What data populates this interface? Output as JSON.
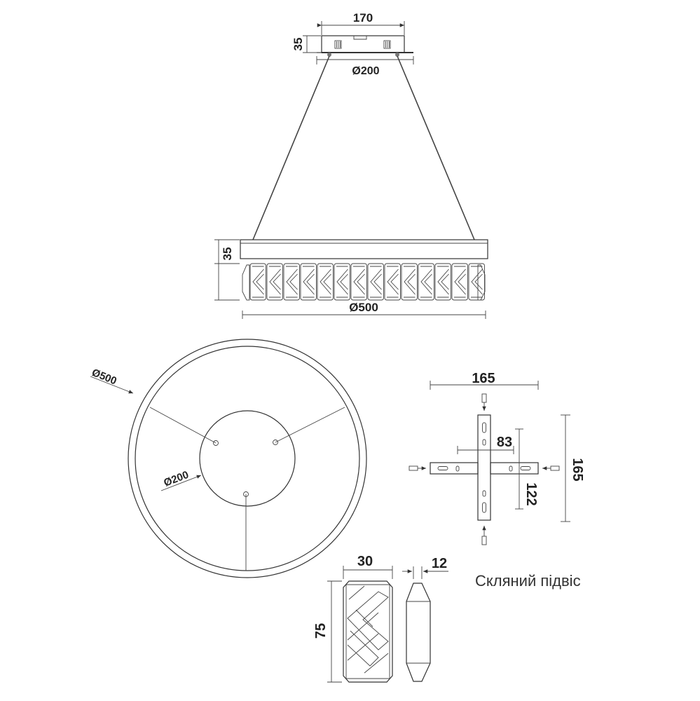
{
  "canopy": {
    "width": "170",
    "height": "35",
    "diameter": "Ø200"
  },
  "side_view": {
    "height": "35",
    "diameter": "Ø500"
  },
  "top_view": {
    "outer_diameter": "Ø500",
    "inner_diameter": "Ø200"
  },
  "mounting_bracket": {
    "width": "165",
    "height": "165",
    "offset_x": "83",
    "offset_y": "122"
  },
  "crystal": {
    "width": "30",
    "height": "75",
    "thickness": "12",
    "caption": "Скляний підвіс"
  }
}
